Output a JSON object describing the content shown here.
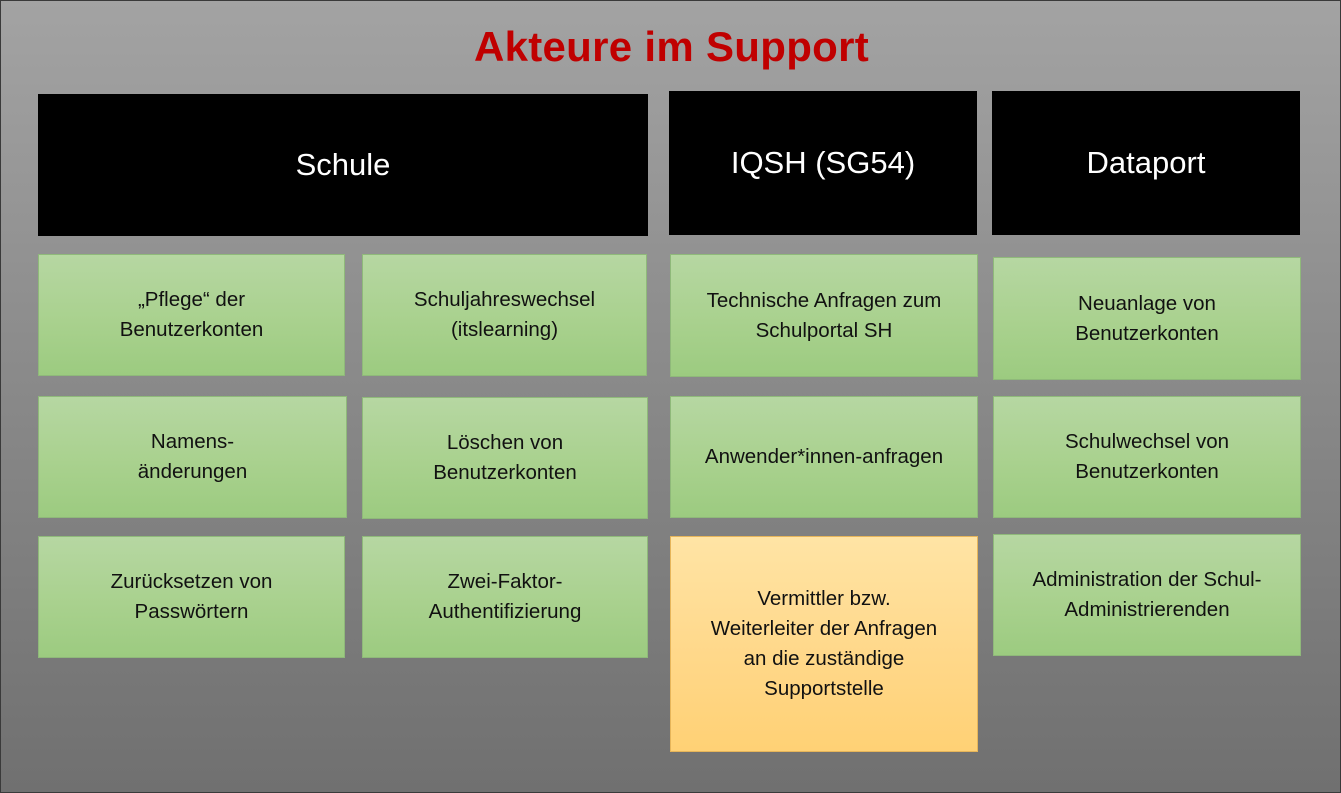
{
  "title": "Akteure im Support",
  "columns": {
    "schule": {
      "header": "Schule",
      "items": [
        "„Pflege“ der\nBenutzerkonten",
        "Schuljahreswechsel\n(itslearning)",
        "Namens-\nänderungen",
        "Löschen von\nBenutzerkonten",
        "Zurücksetzen von\nPasswörtern",
        "Zwei-Faktor-\nAuthentifizierung"
      ]
    },
    "iqsh": {
      "header": "IQSH (SG54)",
      "items": [
        "Technische Anfragen zum\nSchulportal SH",
        "Anwender*innen-anfragen",
        "Vermittler bzw.\nWeiterleiter der Anfragen\nan die zuständige\nSupportstelle"
      ]
    },
    "dataport": {
      "header": "Dataport",
      "items": [
        "Neuanlage von\nBenutzerkonten",
        "Schulwechsel von\nBenutzerkonten",
        "Administration der Schul-\nAdministrierenden"
      ]
    }
  },
  "colors": {
    "title": "#c00000",
    "header_bg": "#000000",
    "green_box": "#a9d18e",
    "orange_box": "#ffd88a"
  }
}
